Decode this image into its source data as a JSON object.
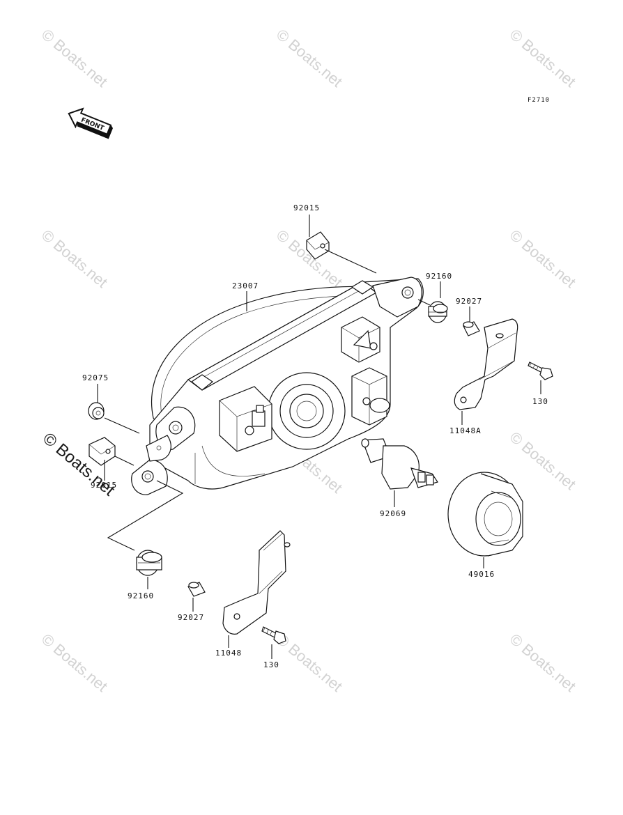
{
  "diagram": {
    "figure_code": "F2710",
    "front_label": "FRONT",
    "watermark": "© Boats.net",
    "parts": [
      {
        "id": "p-92015-top",
        "number": "92015"
      },
      {
        "id": "p-23007",
        "number": "23007"
      },
      {
        "id": "p-92160-top",
        "number": "92160"
      },
      {
        "id": "p-92027-top",
        "number": "92027"
      },
      {
        "id": "p-130-right",
        "number": "130"
      },
      {
        "id": "p-11048a",
        "number": "11048A"
      },
      {
        "id": "p-92075",
        "number": "92075"
      },
      {
        "id": "p-92015-left",
        "number": "92015"
      },
      {
        "id": "p-92069",
        "number": "92069"
      },
      {
        "id": "p-49016",
        "number": "49016"
      },
      {
        "id": "p-92160-bottom",
        "number": "92160"
      },
      {
        "id": "p-92027-bottom",
        "number": "92027"
      },
      {
        "id": "p-11048",
        "number": "11048"
      },
      {
        "id": "p-130-bottom",
        "number": "130"
      }
    ]
  }
}
